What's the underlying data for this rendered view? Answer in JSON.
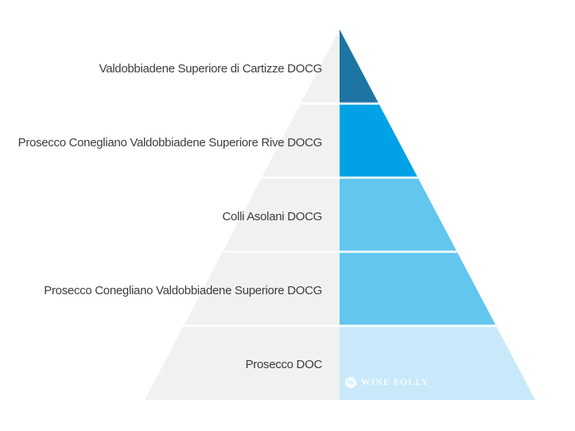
{
  "pyramid": {
    "left_half_color": "#f0f1f1",
    "divider_color": "#ffffff",
    "levels": [
      {
        "label": "Valdobbiadene Superiore di Cartizze DOCG",
        "color": "#1e74a3"
      },
      {
        "label": "Prosecco Conegliano Valdobbiadene Superiore Rive DOCG",
        "color": "#00a2e6"
      },
      {
        "label": "Colli Asolani DOCG",
        "color": "#62c6ee"
      },
      {
        "label": "Prosecco Conegliano Valdobbiadene Superiore DOCG",
        "color": "#62c6ee"
      },
      {
        "label": "Prosecco DOC",
        "color": "#c9e9fb"
      }
    ]
  },
  "watermark": {
    "logo": "wine-folly-circle-w-icon",
    "logo_letter": "W",
    "text": "WINE FOLLY",
    "color": "#ffffff"
  }
}
